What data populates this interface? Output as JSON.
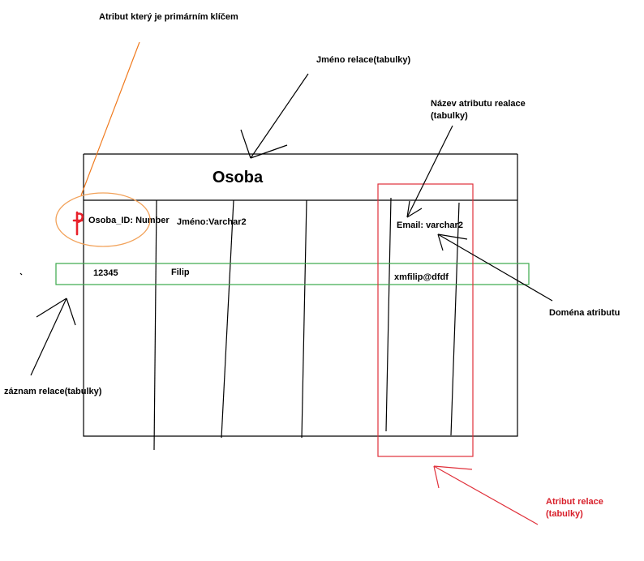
{
  "relation": {
    "name": "Osoba",
    "attributes": [
      {
        "header": "Osoba_ID: Number",
        "value": "12345"
      },
      {
        "header": "Jméno:Varchar2",
        "value": "Filip"
      },
      {
        "header": "Email: varchar2",
        "value": "xmfilip@dfdf"
      }
    ],
    "pk_mark": "P"
  },
  "annotations": {
    "primary_key": "Atribut který je primárním klíčem",
    "relation_name": "Jméno relace(tabulky)",
    "attribute_name_line1": "Název atributu realace",
    "attribute_name_line2": "(tabulky)",
    "attribute_domain": "Doména atributu",
    "record": "záznam relace(tabulky)",
    "attribute_line1": "Atribut relace",
    "attribute_line2": "(tabulky)"
  },
  "colors": {
    "primary_key_arrow": "#f07a1e",
    "primary_key_ellipse": "#f2a25a",
    "pk_mark": "#e8202a",
    "record_box": "#3aa84a",
    "attribute_box": "#e0303a",
    "attribute_label": "#d81f2a"
  }
}
